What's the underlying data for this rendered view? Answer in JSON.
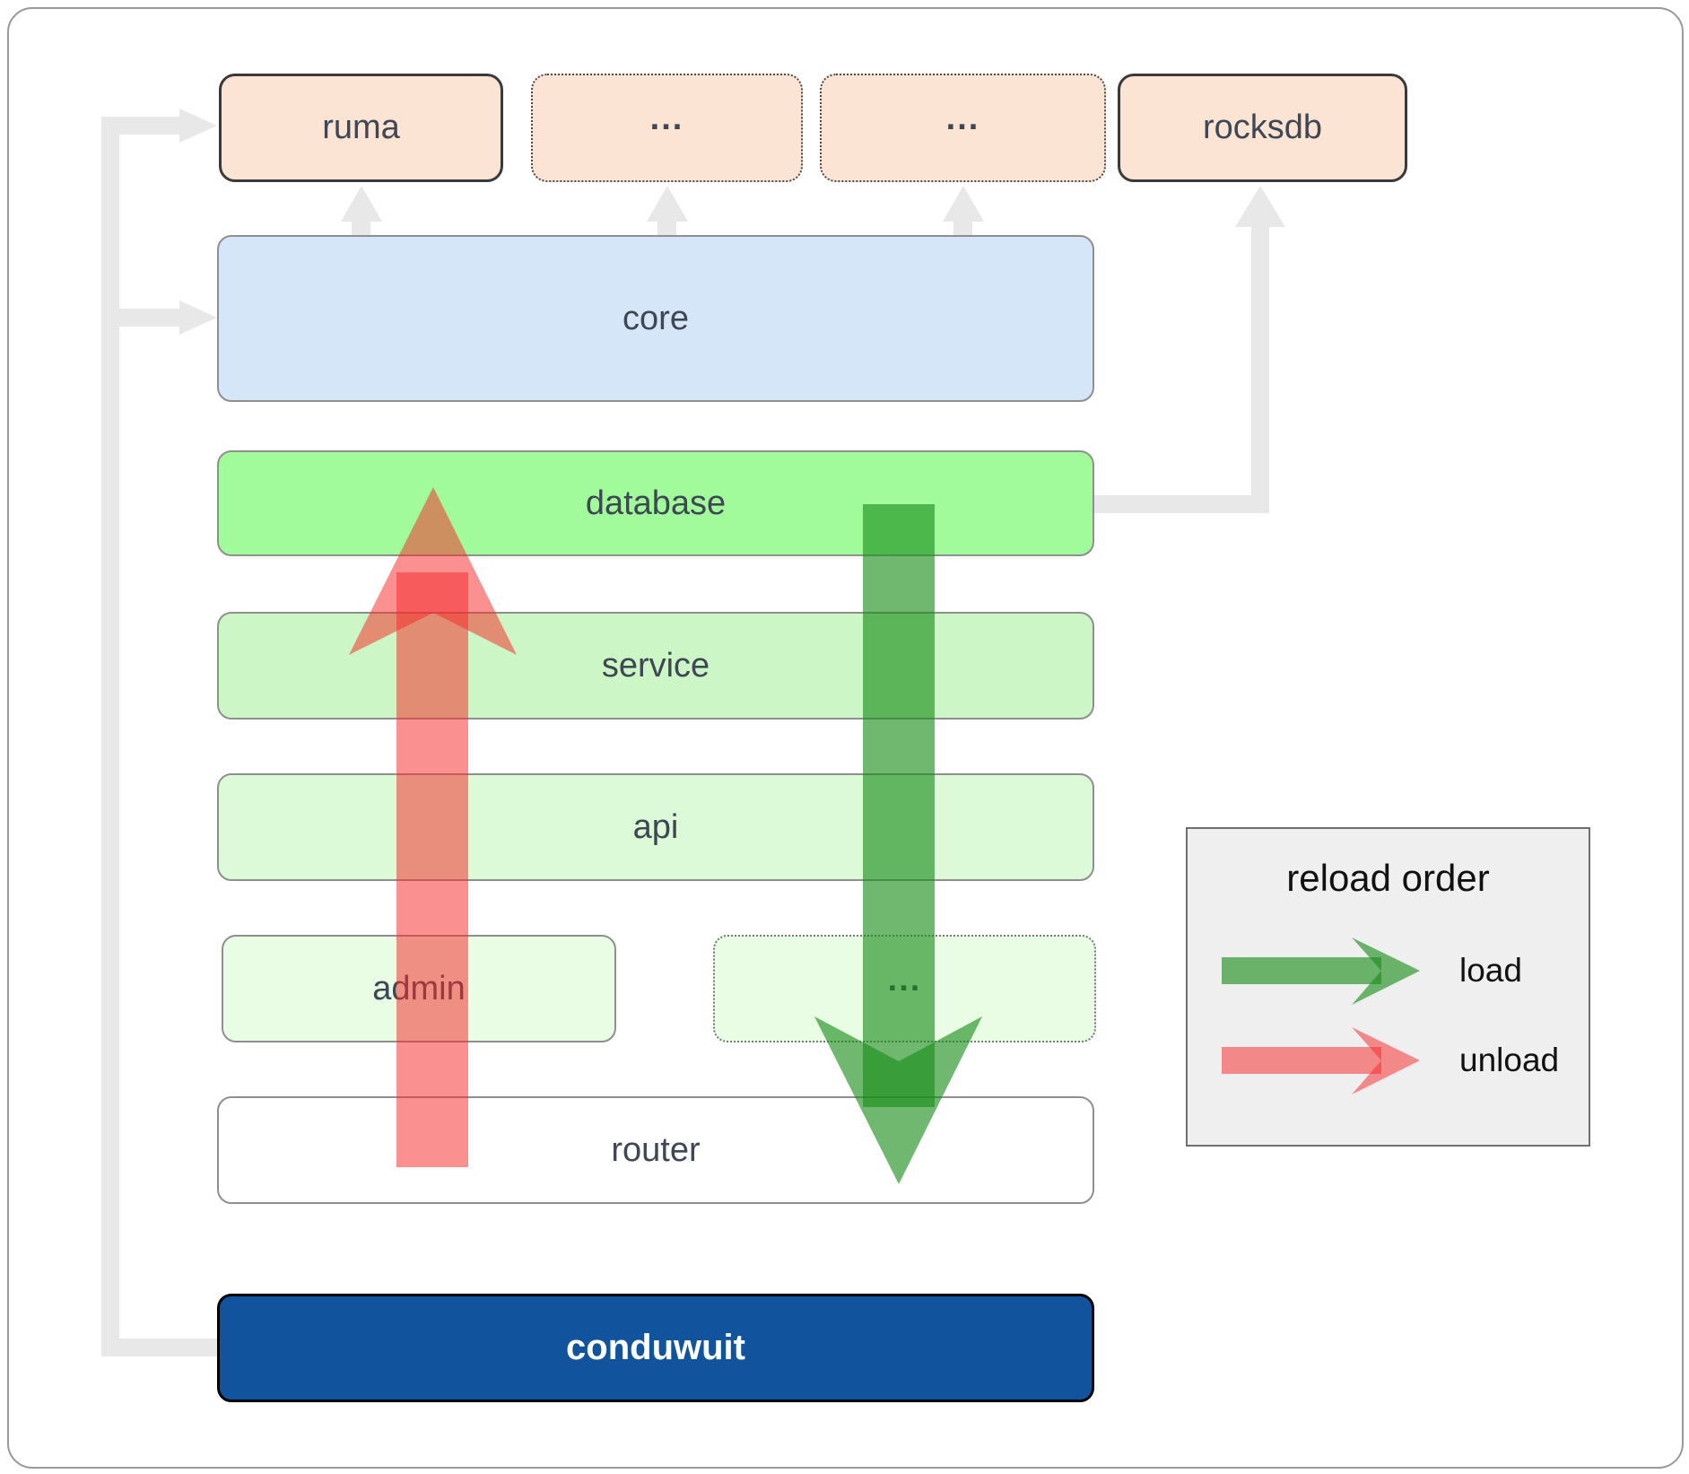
{
  "boxes": {
    "ruma": "ruma",
    "ext1": "...",
    "ext2": "...",
    "rocksdb": "rocksdb",
    "core": "core",
    "database": "database",
    "service": "service",
    "api": "api",
    "admin": "admin",
    "admin_ext": "...",
    "router": "router",
    "conduwuit": "conduwuit"
  },
  "legend": {
    "title": "reload order",
    "load_label": "load",
    "unload_label": "unload"
  },
  "colors": {
    "peach_fill": "#fce4d4",
    "peach_border": "#3a3a3a",
    "dotted_border": "#4a4a4a",
    "box_border_gray": "#8f8f8f",
    "core_blue": "#d4e6f8",
    "database_green": "#a1fb9b",
    "service_green": "#ccf6c5",
    "api_green": "#dcfad7",
    "admin_green": "#e9fde5",
    "conduwuit_blue": "#11549d",
    "conduwuit_border": "#000000",
    "conduwuit_text": "#ffffff",
    "label_color": "#3e4753",
    "connector_gray": "#e8e8e8",
    "load_green": "#188c18",
    "unload_red": "#f52b2b",
    "legend_bg": "#efefef",
    "legend_border": "#6f6f6f",
    "legend_text": "#111111",
    "outer_border": "#999999"
  }
}
